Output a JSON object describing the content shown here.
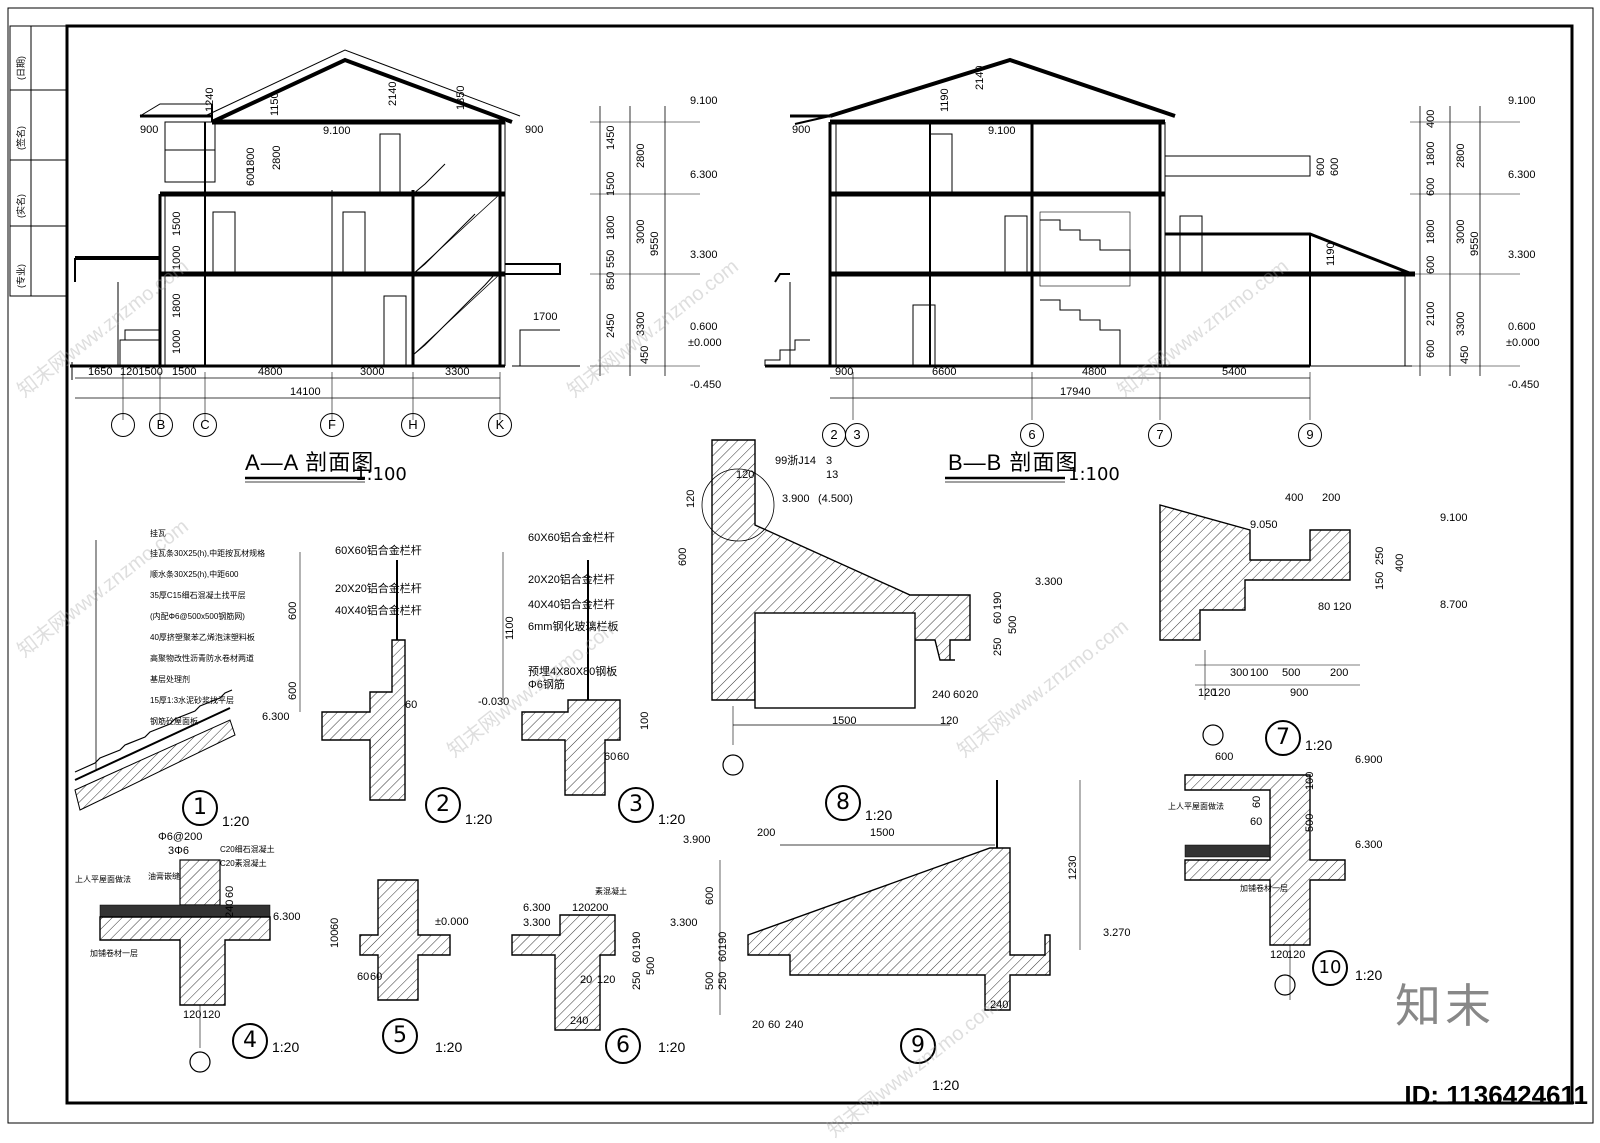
{
  "sections": {
    "aa": {
      "title": "A—A 剖面图",
      "scale": "1:100",
      "axes": [
        "",
        "B",
        "C",
        "F",
        "H",
        "K"
      ],
      "bottom_dims": [
        "1650",
        "1201500",
        "1500",
        "4800",
        "3000",
        "3300"
      ],
      "total": "14100",
      "elev": [
        "9.100",
        "6.300",
        "3.300",
        "0.600",
        "±0.000",
        "-0.450"
      ],
      "vert_dims": [
        "1450",
        "2800",
        "1500",
        "3000",
        "1800",
        "9550",
        "850",
        "550",
        "2450",
        "3300",
        "450"
      ],
      "top_dims": [
        "1240",
        "1150",
        "2140",
        "1350",
        "900",
        "900",
        "1800",
        "2800",
        "600",
        "1500",
        "1000",
        "1800",
        "1000",
        "1700",
        "9.100"
      ]
    },
    "bb": {
      "title": "B—B 剖面图",
      "scale": "1:100",
      "axes": [
        "2",
        "3",
        "6",
        "7",
        "9"
      ],
      "bottom_dims": [
        "900",
        "6600",
        "4800",
        "5400"
      ],
      "total": "17940",
      "elev": [
        "9.100",
        "6.300",
        "3.300",
        "0.600",
        "±0.000",
        "-0.450"
      ],
      "vert_dims": [
        "400",
        "1800",
        "2800",
        "600",
        "1800",
        "3000",
        "9550",
        "600",
        "2100",
        "3300",
        "600",
        "450"
      ],
      "top_dims": [
        "1190",
        "2140",
        "900",
        "9.100",
        "600",
        "600",
        "1190"
      ]
    }
  },
  "details": {
    "d1": {
      "num": "1",
      "scale": "1:20",
      "layers": [
        "挂瓦",
        "挂瓦条30X25(h),中距按瓦材规格",
        "顺水条30X25(h),中距600",
        "35厚C15细石混凝土找平层",
        "(内配Φ6@500x500钢筋网)",
        "40厚挤塑聚苯乙烯泡沫塑料板",
        "高聚物改性沥青防水卷材两道",
        "基层处理剂",
        "15厚1:3水泥砂浆找平层",
        "钢筋砼屋面板"
      ]
    },
    "d2": {
      "num": "2",
      "scale": "1:20",
      "labels": [
        "60X60铝合金栏杆",
        "20X20铝合金栏杆",
        "40X40铝合金栏杆",
        "600",
        "600",
        "6.300",
        "60"
      ]
    },
    "d3": {
      "num": "3",
      "scale": "1:20",
      "labels": [
        "60X60铝合金栏杆",
        "20X20铝合金栏杆",
        "40X40铝合金栏杆",
        "6mm钢化玻璃栏板",
        "预埋4X80X80钢板",
        "Φ6钢筋",
        "1100",
        "-0.030",
        "60",
        "60",
        "100"
      ]
    },
    "d4": {
      "num": "4",
      "scale": "1:20",
      "labels": [
        "Φ6@200",
        "3Φ6",
        "C20细石混凝土",
        "C20素混凝土",
        "上人平屋面做法",
        "油膏嵌缝",
        "加铺卷材一层",
        "6.300",
        "240",
        "60",
        "120",
        "120"
      ]
    },
    "d5": {
      "num": "5",
      "scale": "1:20",
      "labels": [
        "±0.000",
        "100",
        "60",
        "60",
        "60"
      ]
    },
    "d6": {
      "num": "6",
      "scale": "1:20",
      "labels": [
        "6.300",
        "3.300",
        "120",
        "200",
        "素混凝土",
        "250",
        "60",
        "190",
        "500",
        "20",
        "120",
        "240"
      ]
    },
    "d7": {
      "num": "7",
      "scale": "1:20",
      "labels": [
        "400",
        "200",
        "9.050",
        "9.100",
        "8.700",
        "250",
        "150",
        "400",
        "80",
        "120",
        "300",
        "100",
        "500",
        "200",
        "120",
        "120",
        "900"
      ]
    },
    "d8": {
      "num": "8",
      "scale": "1:20",
      "labels": [
        "99浙J14",
        "3",
        "13",
        "120",
        "3.900",
        "(4.500)",
        "600",
        "120",
        "3.300",
        "250",
        "60",
        "190",
        "500",
        "240",
        "60",
        "20",
        "1500",
        "120"
      ]
    },
    "d9": {
      "num": "9",
      "scale": "1:20",
      "labels": [
        "3.900",
        "200",
        "1500",
        "600",
        "3.300",
        "500",
        "250",
        "60",
        "190",
        "1230",
        "3.270",
        "20",
        "60",
        "240",
        "240"
      ]
    },
    "d10": {
      "num": "10",
      "scale": "1:20",
      "labels": [
        "600",
        "6.900",
        "60",
        "100",
        "60",
        "500",
        "6.300",
        "上人平屋面做法",
        "加铺卷材一层",
        "120",
        "120"
      ]
    }
  },
  "sidebar": {
    "cells": [
      "(日期)",
      "(签名)",
      "(实名)",
      "(专业)"
    ]
  },
  "watermark": {
    "text": "知末网www.znzmo.com",
    "brand": "知末",
    "id": "ID: 1136424611"
  }
}
